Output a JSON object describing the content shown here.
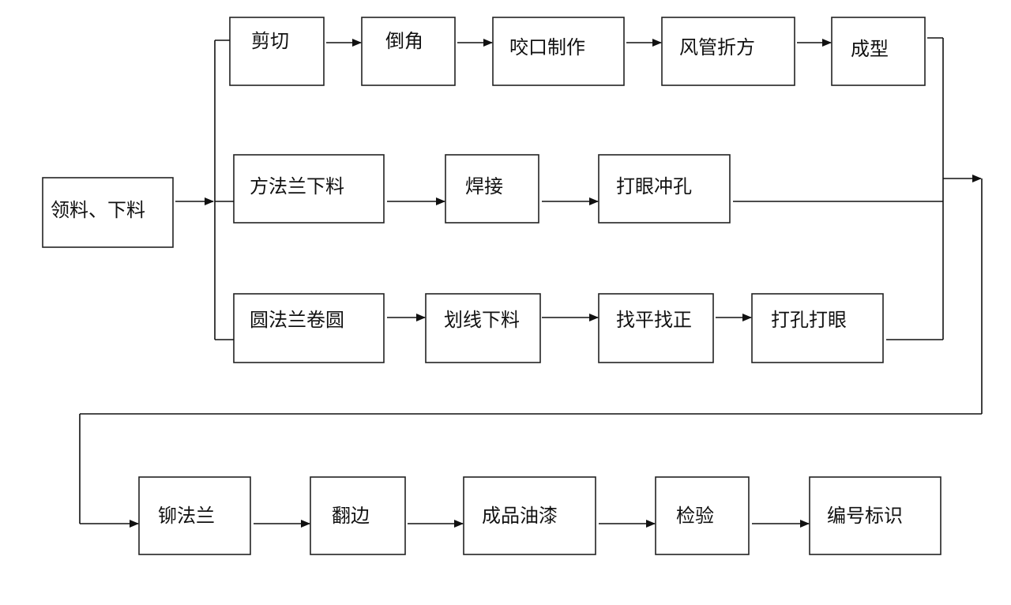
{
  "diagram": {
    "nodes": {
      "n_start": "领料、下料",
      "n_cut": "剪切",
      "n_chamfer": "倒角",
      "n_seam": "咬口制作",
      "n_fold": "风管折方",
      "n_form": "成型",
      "n_sq_cut": "方法兰下料",
      "n_weld": "焊接",
      "n_punch": "打眼冲孔",
      "n_rd_roll": "圆法兰卷圆",
      "n_mark": "划线下料",
      "n_level": "找平找正",
      "n_drill": "打孔打眼",
      "n_rivet": "铆法兰",
      "n_flange": "翻边",
      "n_paint": "成品油漆",
      "n_inspect": "检验",
      "n_label": "编号标识"
    },
    "edges": [
      [
        "n_start",
        "n_cut"
      ],
      [
        "n_start",
        "n_sq_cut"
      ],
      [
        "n_start",
        "n_rd_roll"
      ],
      [
        "n_cut",
        "n_chamfer"
      ],
      [
        "n_chamfer",
        "n_seam"
      ],
      [
        "n_seam",
        "n_fold"
      ],
      [
        "n_fold",
        "n_form"
      ],
      [
        "n_sq_cut",
        "n_weld"
      ],
      [
        "n_weld",
        "n_punch"
      ],
      [
        "n_rd_roll",
        "n_mark"
      ],
      [
        "n_mark",
        "n_level"
      ],
      [
        "n_level",
        "n_drill"
      ],
      [
        "n_form",
        "n_rivet"
      ],
      [
        "n_punch",
        "n_rivet"
      ],
      [
        "n_drill",
        "n_rivet"
      ],
      [
        "n_rivet",
        "n_flange"
      ],
      [
        "n_flange",
        "n_paint"
      ],
      [
        "n_paint",
        "n_inspect"
      ],
      [
        "n_inspect",
        "n_label"
      ]
    ]
  }
}
